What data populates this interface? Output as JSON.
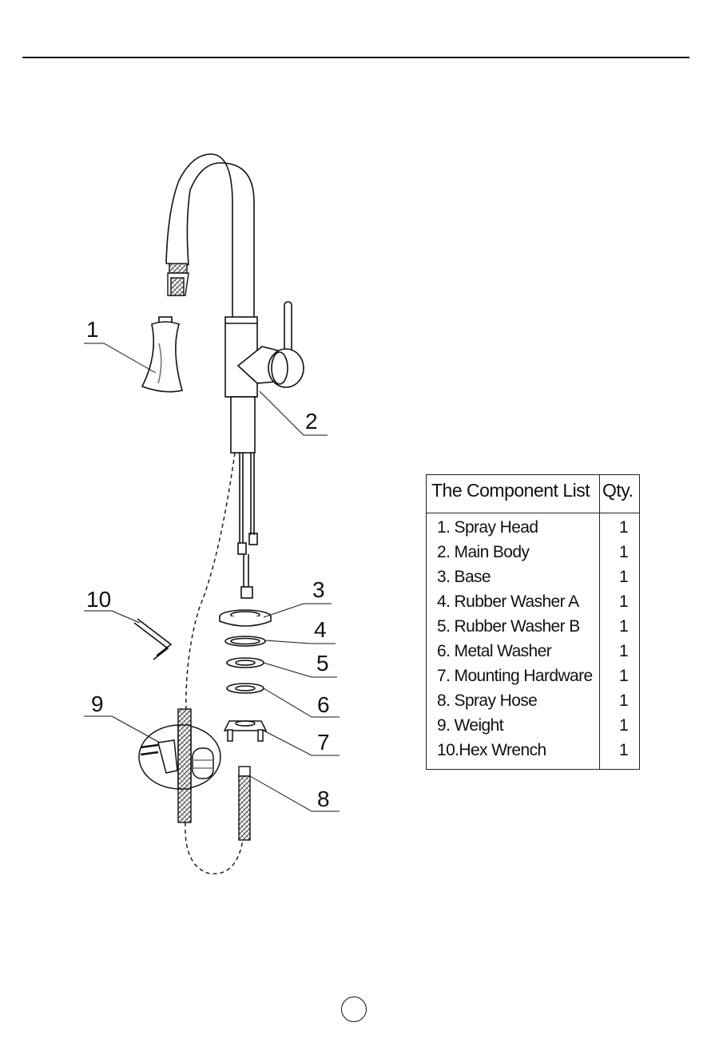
{
  "callouts": [
    "1",
    "2",
    "3",
    "4",
    "5",
    "6",
    "7",
    "8",
    "9",
    "10"
  ],
  "component_list": {
    "title": "The Component List",
    "qty_header": "Qty.",
    "items": [
      {
        "name": "1. Spray Head",
        "qty": "1"
      },
      {
        "name": "2. Main Body",
        "qty": "1"
      },
      {
        "name": "3. Base",
        "qty": "1"
      },
      {
        "name": "4. Rubber Washer A",
        "qty": "1"
      },
      {
        "name": "5. Rubber Washer B",
        "qty": "1"
      },
      {
        "name": "6. Metal Washer",
        "qty": "1"
      },
      {
        "name": "7. Mounting Hardware",
        "qty": "1"
      },
      {
        "name": "8. Spray Hose",
        "qty": "1"
      },
      {
        "name": "9. Weight",
        "qty": "1"
      },
      {
        "name": "10.Hex Wrench",
        "qty": "1"
      }
    ]
  }
}
